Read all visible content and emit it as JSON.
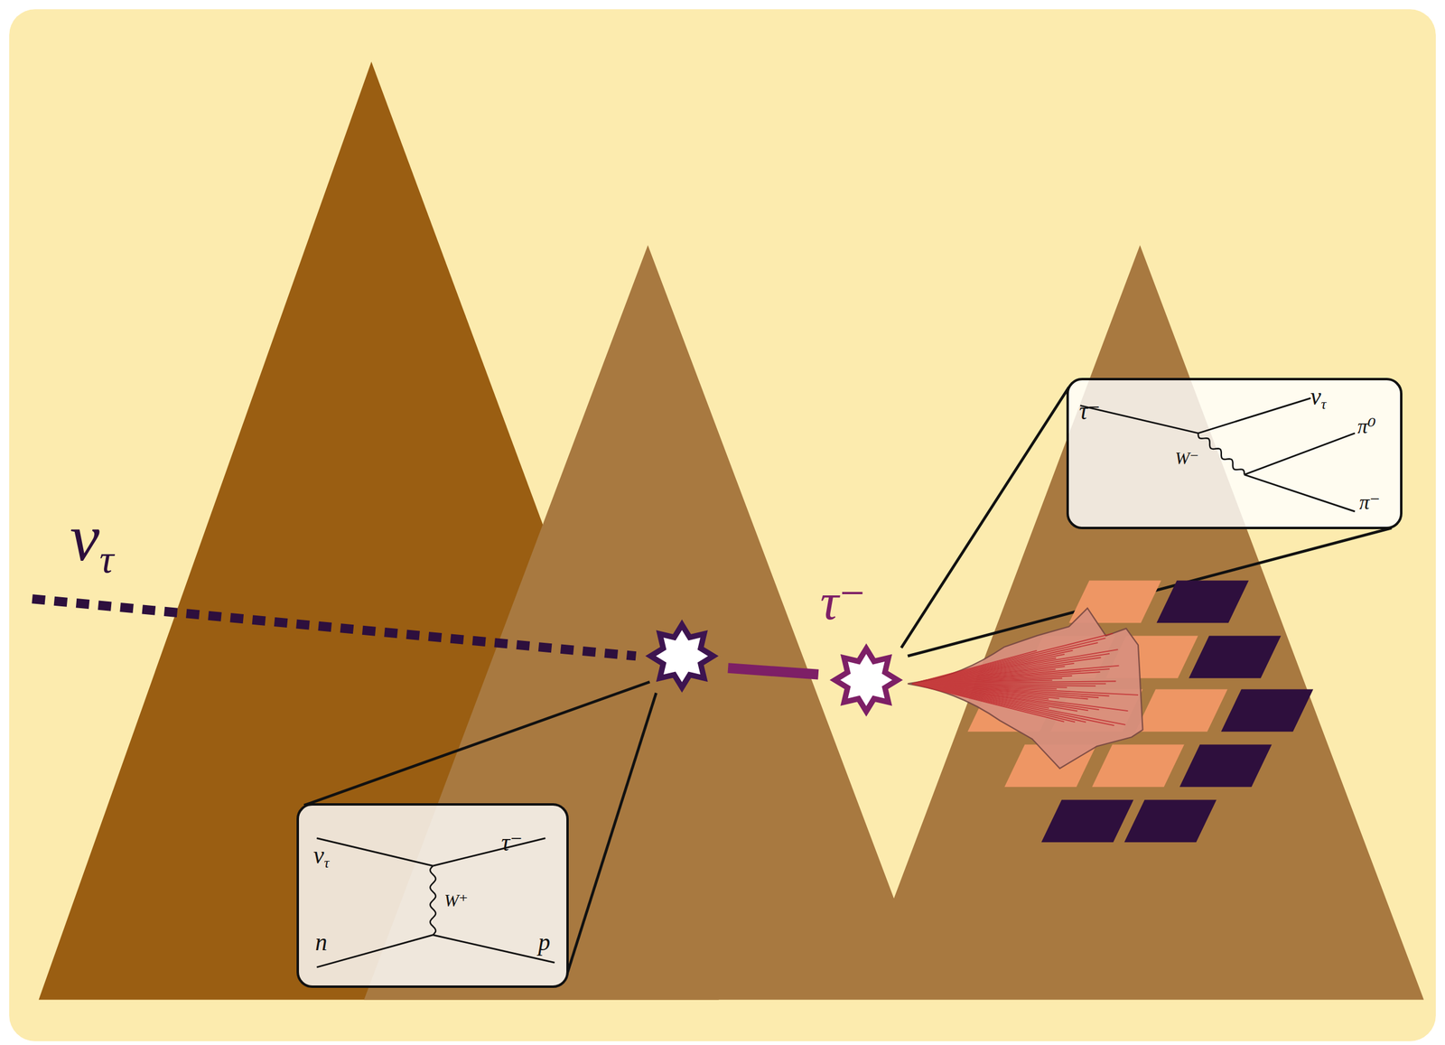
{
  "diagram": {
    "nodes": [
      {
        "text": [
          "ντ",
          "τ⁻",
          "W⁺",
          "n",
          "p"
        ]
      },
      {
        "text": [
          "τ⁻",
          "ντ",
          "π⁰",
          "W⁻",
          "π⁻"
        ]
      }
    ],
    "labels": [
      "ντ",
      "τ⁻"
    ]
  }
}
